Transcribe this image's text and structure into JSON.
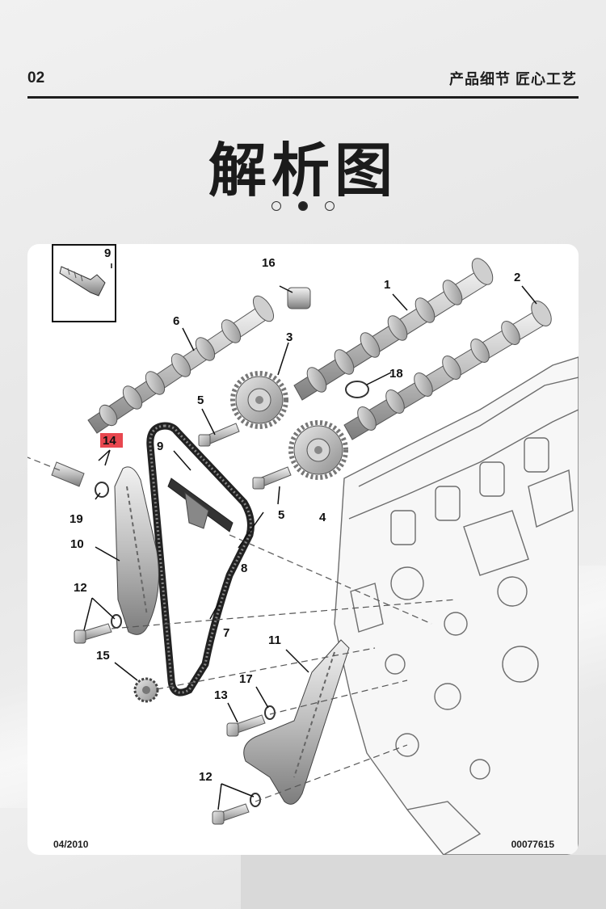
{
  "header": {
    "page_number": "02",
    "tagline": "产品细节 匠心工艺"
  },
  "title": "解析图",
  "pager": {
    "total": 3,
    "active_index": 1
  },
  "diagram": {
    "callouts": {
      "c1": "1",
      "c2": "2",
      "c3": "3",
      "c4": "4",
      "c5a": "5",
      "c5b": "5",
      "c6": "6",
      "c7": "7",
      "c8": "8",
      "c9box": "9",
      "c9": "9",
      "c10": "10",
      "c11": "11",
      "c12a": "12",
      "c12b": "12",
      "c13": "13",
      "c14": "14",
      "c15": "15",
      "c16": "16",
      "c17": "17",
      "c18": "18",
      "c19": "19"
    },
    "highlight_color": "#e8474f",
    "footer_date": "04/2010",
    "footer_code": "00077615"
  }
}
